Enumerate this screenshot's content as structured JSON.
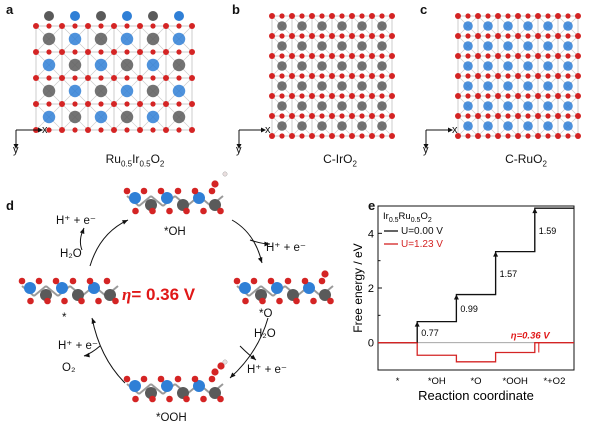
{
  "panels": {
    "a": {
      "letter": "a",
      "label_main": "Ru",
      "label_sub1": "0.5",
      "label_mid": "Ir",
      "label_sub2": "0.5",
      "label_end": "O",
      "label_sub3": "2"
    },
    "b": {
      "letter": "b",
      "label_main": "C-IrO",
      "label_sub": "2"
    },
    "c": {
      "letter": "c",
      "label_main": "C-RuO",
      "label_sub": "2"
    },
    "d": {
      "letter": "d"
    },
    "e": {
      "letter": "e"
    }
  },
  "axes_small": {
    "x": "x",
    "y": "y"
  },
  "colors": {
    "ru": "#2f7fd6",
    "ir": "#5a5a5a",
    "o": "#d42424",
    "h": "#f2d9d9",
    "bond": "#9a9a9a",
    "eta": "#e01818"
  },
  "mechanism": {
    "center": "η= 0.36 V",
    "eta_symbol": "η",
    "eta_value": "= 0.36 V",
    "states": [
      "*OH",
      "*O",
      "*OOH",
      "*"
    ],
    "steps": {
      "top_left_in": "H₂O",
      "top_left_out": "H⁺ + e⁻",
      "top_right_out": "H⁺ + e⁻",
      "right_in": "H₂O",
      "right_out": "H⁺ + e⁻",
      "bottom_left_out": "H⁺ + e⁻",
      "bottom_left_o2": "O₂"
    }
  },
  "chart_data": {
    "type": "line",
    "title": "",
    "legend_title": "Ir0.5Ru0.5O2",
    "xlabel": "Reaction coordinate",
    "ylabel": "Free energy / eV",
    "categories": [
      "*",
      "*OH",
      "*O",
      "*OOH",
      "*+O2"
    ],
    "ylim": [
      -1,
      5
    ],
    "yticks": [
      0,
      2,
      4
    ],
    "series": [
      {
        "name": "U=0.00 V",
        "color": "#111111",
        "values": [
          0,
          0.77,
          1.76,
          3.33,
          4.92
        ]
      },
      {
        "name": "U=1.23 V",
        "color": "#d42424",
        "values": [
          0,
          -0.46,
          -0.7,
          -0.36,
          0
        ]
      }
    ],
    "step_labels": [
      "0.77",
      "0.99",
      "1.57",
      "1.59"
    ],
    "annotation": "η=0.36 V"
  }
}
